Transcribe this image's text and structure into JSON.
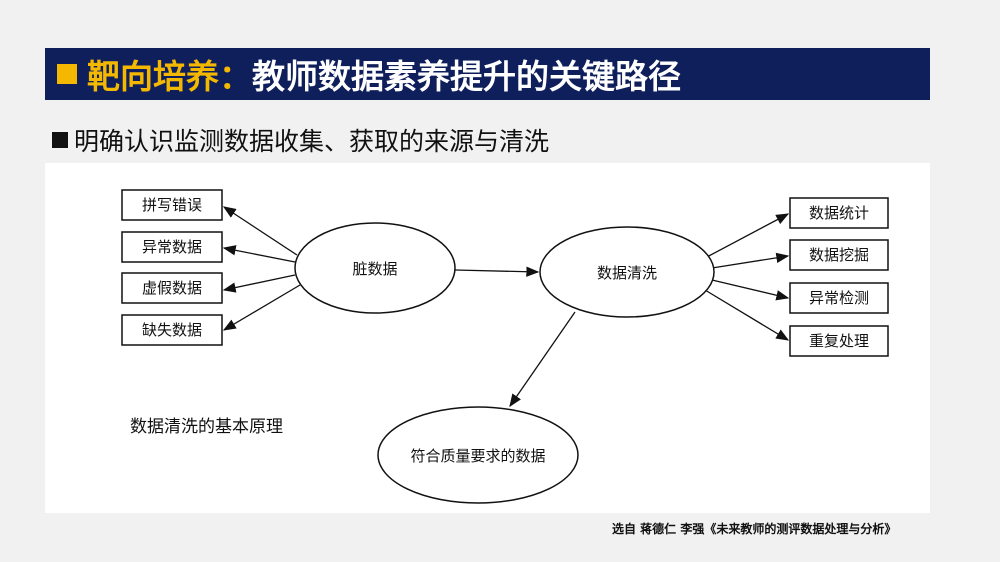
{
  "title": {
    "highlight": "靶向培养：",
    "main": "教师数据素养提升的关键路径"
  },
  "subtitle": "明确认识监测数据收集、获取的来源与清洗",
  "diagram": {
    "dirty": "脏数据",
    "cleaning": "数据清洗",
    "result": "符合质量要求的数据",
    "left_boxes": [
      "拼写错误",
      "异常数据",
      "虚假数据",
      "缺失数据"
    ],
    "right_boxes": [
      "数据统计",
      "数据挖掘",
      "异常检测",
      "重复处理"
    ],
    "caption": "数据清洗的基本原理"
  },
  "source": "选自  蒋德仁 李强《未来教师的测评数据处理与分析》"
}
